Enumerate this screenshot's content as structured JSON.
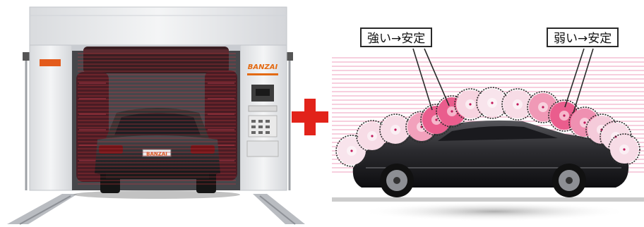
{
  "machine": {
    "brand_logo": "BANZAI",
    "plate_text": "BANZAI"
  },
  "callouts": {
    "strong_to_stable": "強い→安定",
    "weak_to_stable": "弱い→安定"
  },
  "colors": {
    "plus_sign": "#e2231a",
    "sensor_lines": "#f2b2c9",
    "brush_pink": "#e8437a",
    "car_body": "#222222",
    "machine_frame": "#e9eaec"
  },
  "illustration": {
    "brush_intensity": [
      0.05,
      0.1,
      0.1,
      0.45,
      0.85,
      0.85,
      0.15,
      0.05,
      0.1,
      0.5,
      0.85,
      0.55,
      0.2,
      0.1,
      0.1
    ]
  }
}
